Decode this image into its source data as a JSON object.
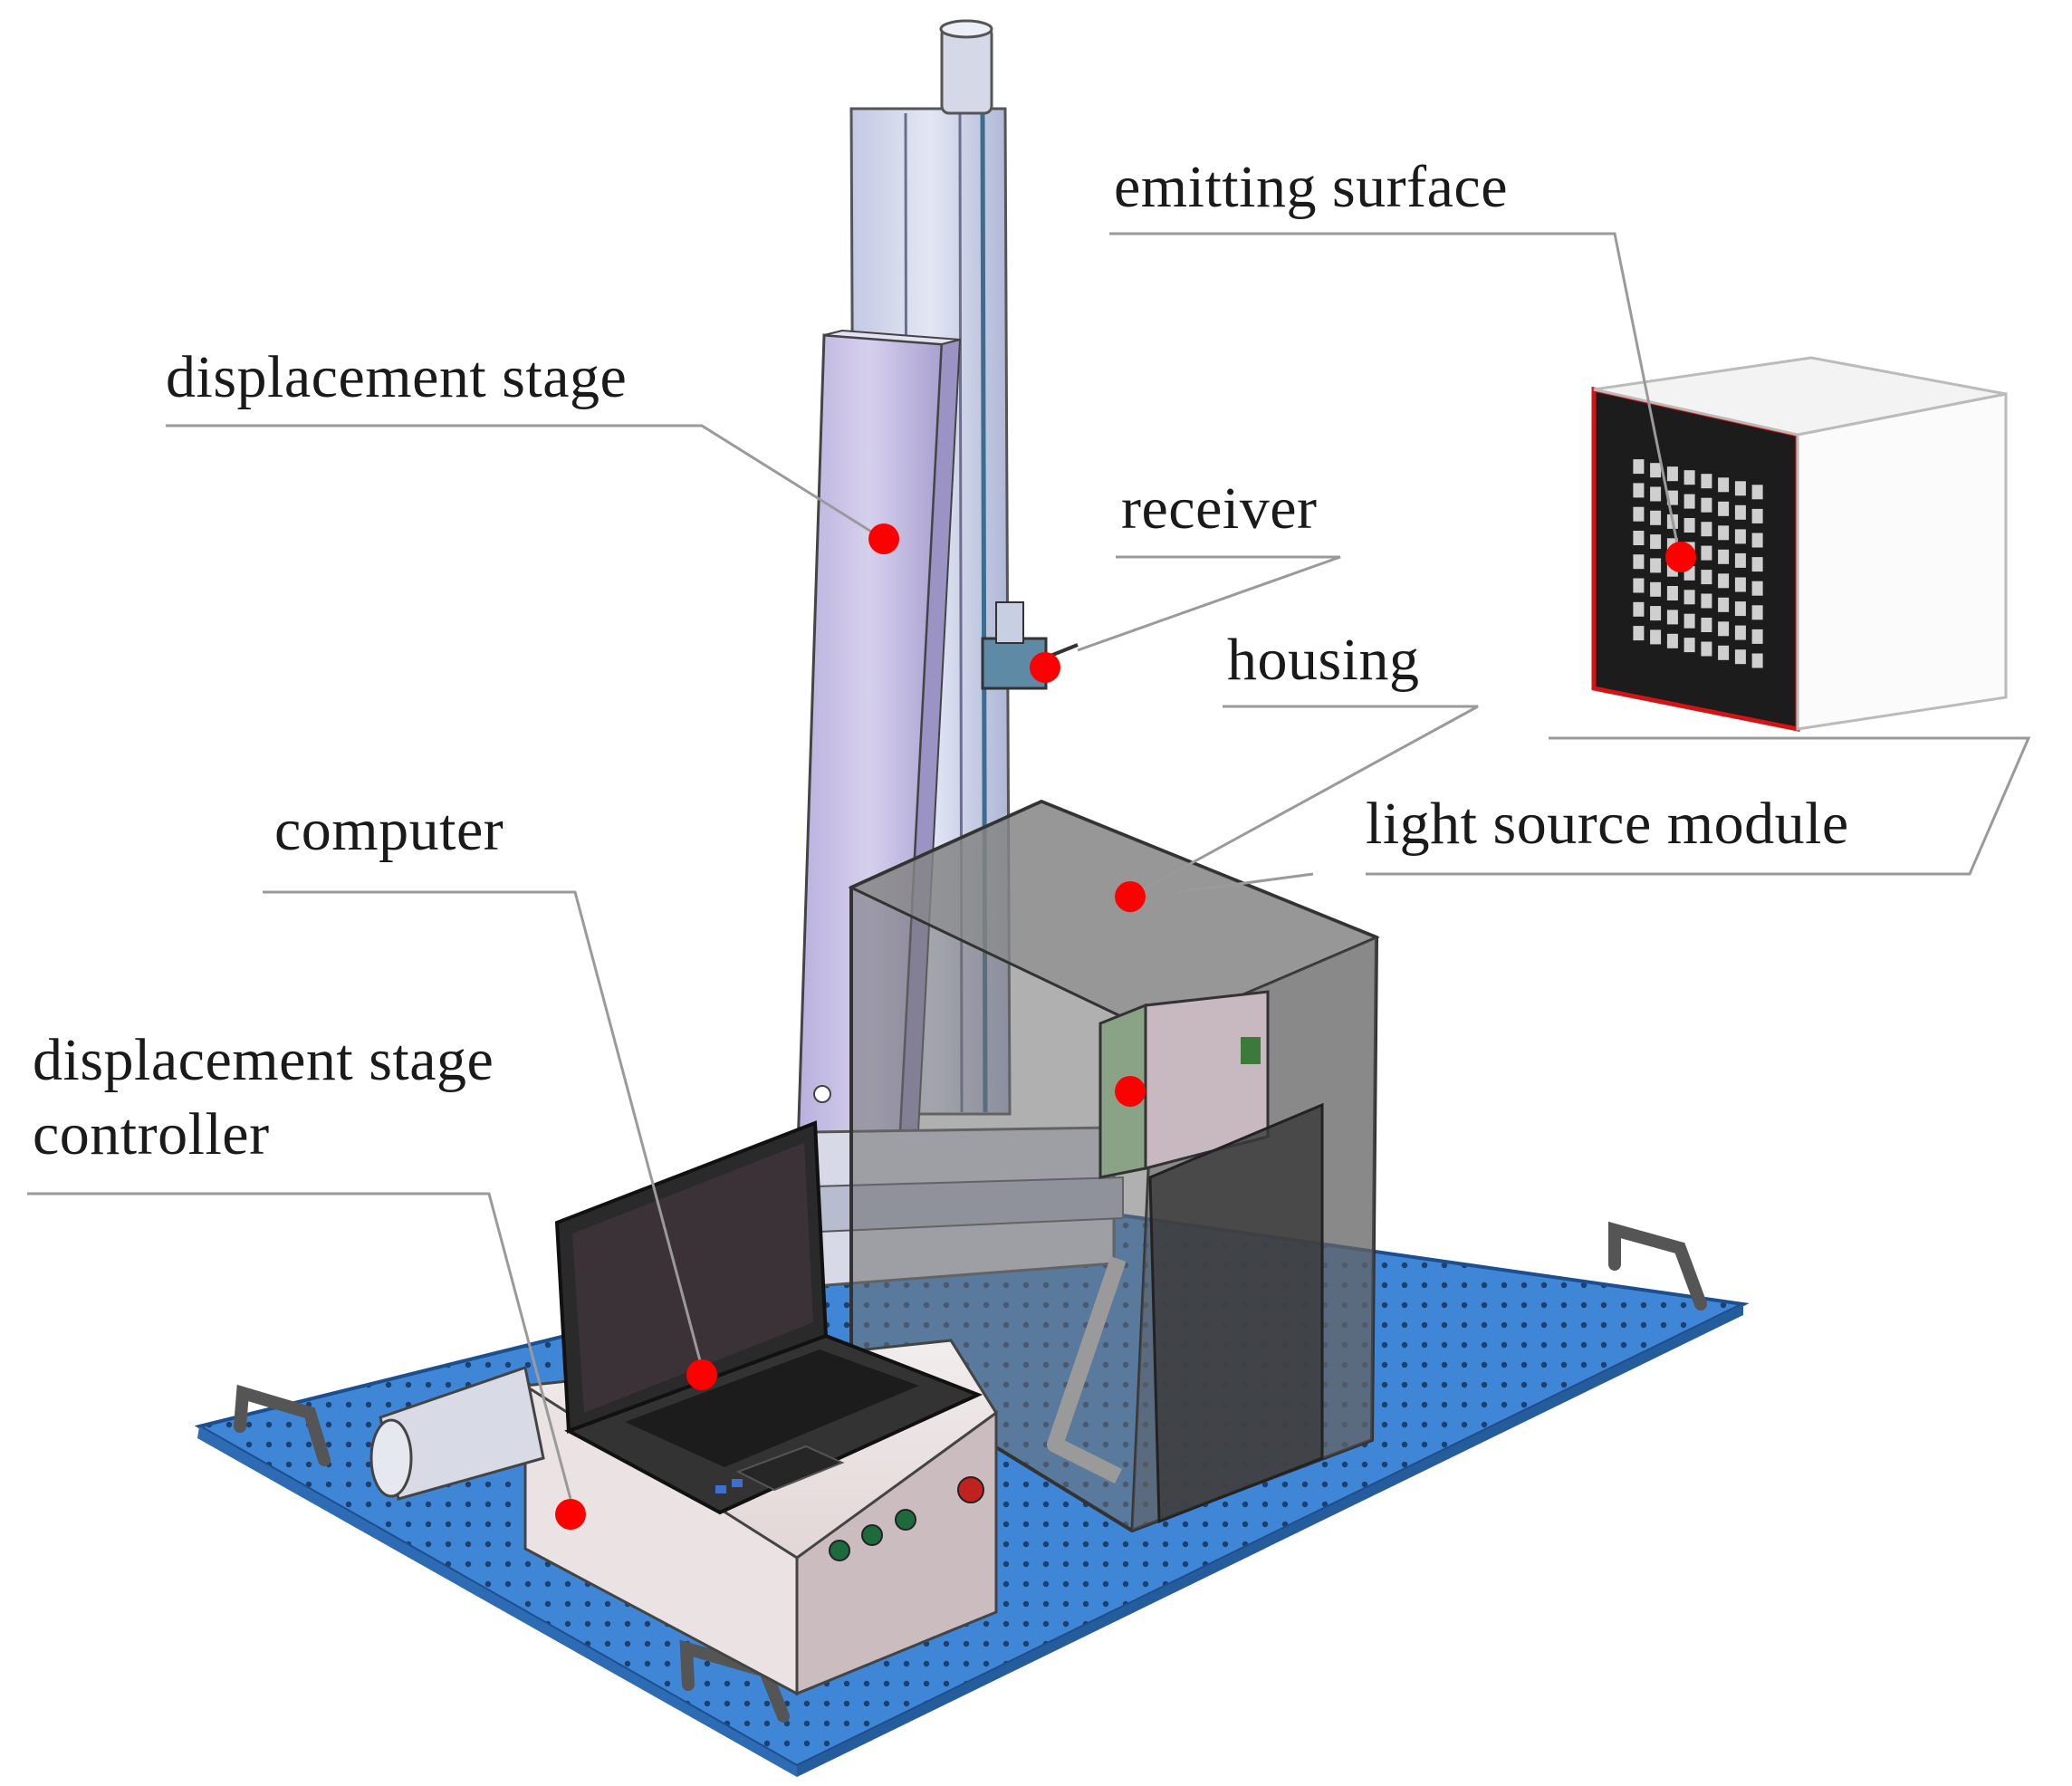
{
  "labels": {
    "displacement_stage": "displacement stage",
    "emitting_surface": "emitting surface",
    "receiver": "receiver",
    "housing": "housing",
    "light_source_module": "light source module",
    "computer": "computer",
    "controller_line1": "displacement stage",
    "controller_line2": "controller"
  },
  "colors": {
    "marker": "#ff0000",
    "optical_table": "#3f86d6",
    "table_holes": "#1d3f6e",
    "stage": "#c9c3e6",
    "housing": "#7a7a7a",
    "laptop": "#2a2a2a",
    "controller_box": "#e7d8d8",
    "emitting_face": "#1c1c1c",
    "leader_line": "#999999"
  }
}
